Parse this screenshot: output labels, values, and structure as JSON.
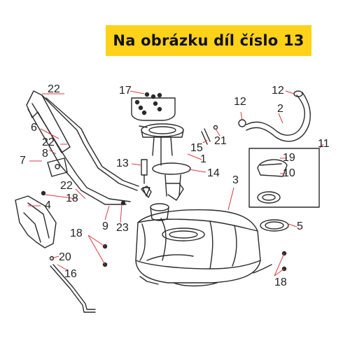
{
  "banner": {
    "text": "Na obrázku díl číslo 13",
    "background_color": "#ffd21a"
  },
  "diagram": {
    "line_color": "#2a2a2a",
    "leader_color": "#d73b45",
    "callouts": {
      "c22a": "22",
      "c6": "6",
      "c7": "7",
      "c8": "8",
      "c22b": "22",
      "c22c": "22",
      "c4": "4",
      "c18a": "18",
      "c9": "9",
      "c23": "23",
      "c18b": "18",
      "c20": "20",
      "c16": "16",
      "c17": "17",
      "c13": "13",
      "c15": "15",
      "c1": "1",
      "c14": "14",
      "c21": "21",
      "c12a": "12",
      "c12b": "12",
      "c2": "2",
      "c11": "11",
      "c19": "19",
      "c10": "10",
      "c3": "3",
      "c5": "5",
      "c18c": "18"
    }
  }
}
